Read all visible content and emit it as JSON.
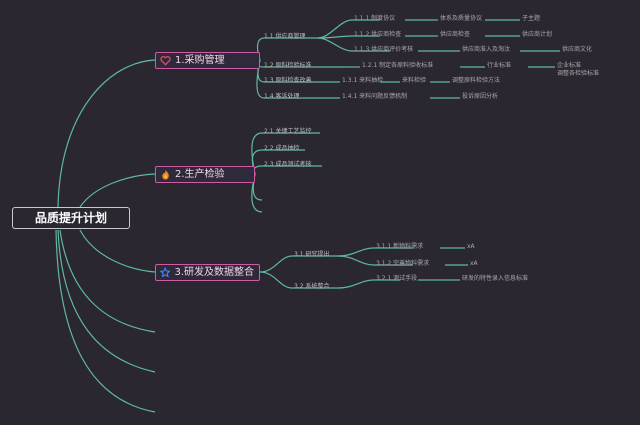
{
  "root": {
    "label": "品质提升计划"
  },
  "branches": [
    {
      "label": "1.采购管理",
      "icon": "heart-icon",
      "items": [
        "1.1 供应商管理",
        "1.1.1 制度协议",
        "体系及质量协议",
        "子主题",
        "1.1.2 供应商检查",
        "供应商检查",
        "供应商计划",
        "1.1.3 供应商评价考核",
        "供应商准入及淘汰",
        "供应商文化",
        "1.2 原料检验标准",
        "1.2.1 制定各原料验收标准",
        "行业标准",
        "企业标准",
        "1.3 原料检查改善",
        "1.3.1 来料抽检",
        "来料检验",
        "调整原料检验方法",
        "1.4 客诉处理",
        "1.4.1 来料问题反馈机制",
        "投诉原因分析",
        "调整各检验标准"
      ]
    },
    {
      "label": "2.生产检验",
      "icon": "fire-icon",
      "items": [
        "2.1 关键工艺监控",
        "2.2 成品抽检",
        "2.3 成品测试考核"
      ]
    },
    {
      "label": "3.研发及数据整合",
      "icon": "star-icon",
      "items": [
        "3.1 研究提出",
        "3.1.1 新物料需求",
        "xA",
        "3.1.2 完善物料需求",
        "xA",
        "3.2 系统整合",
        "3.2.1 测试手段",
        "研发的特性录入信息标准"
      ]
    }
  ],
  "colors": {
    "background": "#2a2731",
    "link": "#5fb7a4",
    "branch_border": "#cf5aa7",
    "root_border": "#c9c9c9"
  }
}
